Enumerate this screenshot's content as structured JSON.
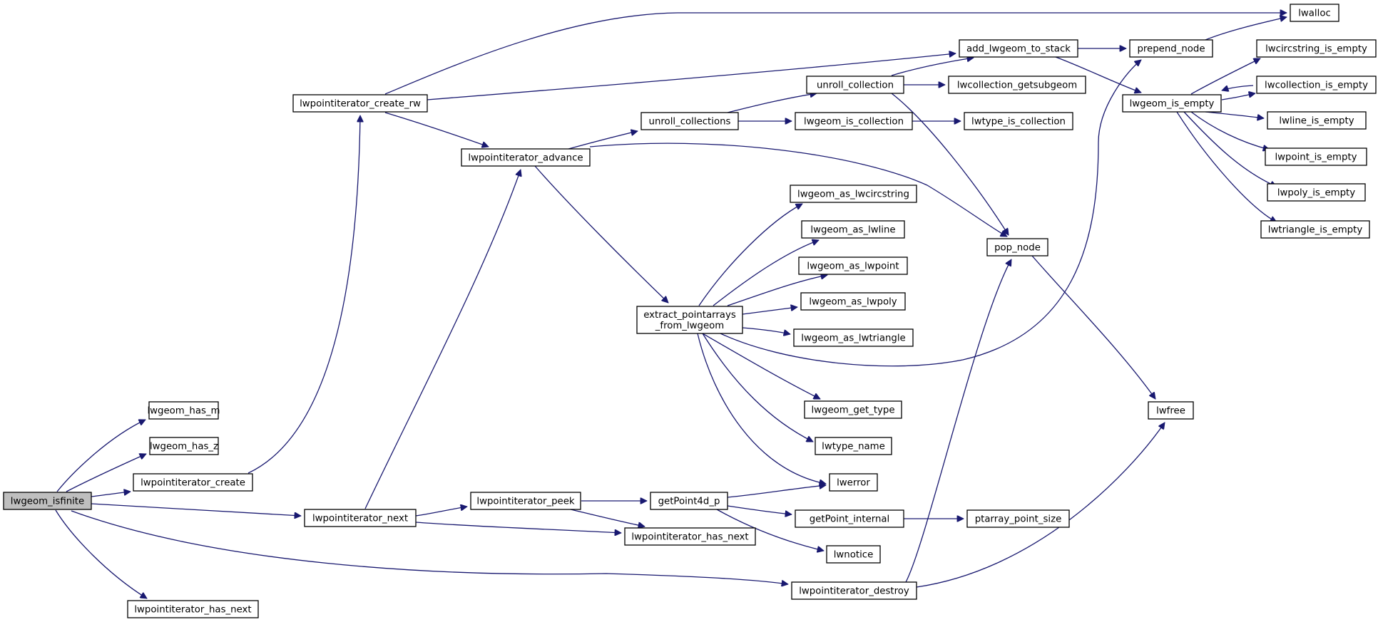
{
  "diagram": {
    "kind": "call-graph",
    "root": "lwgeom_isfinite",
    "colors": {
      "edge": "#191970",
      "node_border": "#000000",
      "node_fill": "#ffffff",
      "root_fill": "#bfbfbf"
    },
    "nodes": [
      {
        "id": "lwgeom_isfinite",
        "lines": [
          "lwgeom_isfinite"
        ],
        "root": true
      },
      {
        "id": "lwgeom_has_m",
        "lines": [
          "lwgeom_has_m"
        ]
      },
      {
        "id": "lwgeom_has_z",
        "lines": [
          "lwgeom_has_z"
        ]
      },
      {
        "id": "lwpointiterator_create",
        "lines": [
          "lwpointiterator_create"
        ]
      },
      {
        "id": "lwpointiterator_next",
        "lines": [
          "lwpointiterator_next"
        ]
      },
      {
        "id": "lwpointiterator_has_next_l",
        "lines": [
          "lwpointiterator_has_next"
        ]
      },
      {
        "id": "lwpointiterator_create_rw",
        "lines": [
          "lwpointiterator_create_rw"
        ]
      },
      {
        "id": "lwpointiterator_advance",
        "lines": [
          "lwpointiterator_advance"
        ]
      },
      {
        "id": "lwpointiterator_peek",
        "lines": [
          "lwpointiterator_peek"
        ]
      },
      {
        "id": "lwpointiterator_has_next_m",
        "lines": [
          "lwpointiterator_has_next"
        ]
      },
      {
        "id": "lwpointiterator_destroy",
        "lines": [
          "lwpointiterator_destroy"
        ]
      },
      {
        "id": "unroll_collections",
        "lines": [
          "unroll_collections"
        ]
      },
      {
        "id": "unroll_collection",
        "lines": [
          "unroll_collection"
        ]
      },
      {
        "id": "lwgeom_is_collection",
        "lines": [
          "lwgeom_is_collection"
        ]
      },
      {
        "id": "lwcollection_getsubgeom",
        "lines": [
          "lwcollection_getsubgeom"
        ]
      },
      {
        "id": "lwtype_is_collection",
        "lines": [
          "lwtype_is_collection"
        ]
      },
      {
        "id": "add_lwgeom_to_stack",
        "lines": [
          "add_lwgeom_to_stack"
        ]
      },
      {
        "id": "extract_pointarrays_from_lwgeom",
        "lines": [
          "extract_pointarrays",
          "_from_lwgeom"
        ]
      },
      {
        "id": "lwgeom_as_lwcircstring",
        "lines": [
          "lwgeom_as_lwcircstring"
        ]
      },
      {
        "id": "lwgeom_as_lwline",
        "lines": [
          "lwgeom_as_lwline"
        ]
      },
      {
        "id": "lwgeom_as_lwpoint",
        "lines": [
          "lwgeom_as_lwpoint"
        ]
      },
      {
        "id": "lwgeom_as_lwpoly",
        "lines": [
          "lwgeom_as_lwpoly"
        ]
      },
      {
        "id": "lwgeom_as_lwtriangle",
        "lines": [
          "lwgeom_as_lwtriangle"
        ]
      },
      {
        "id": "lwgeom_get_type",
        "lines": [
          "lwgeom_get_type"
        ]
      },
      {
        "id": "lwtype_name",
        "lines": [
          "lwtype_name"
        ]
      },
      {
        "id": "lwerror",
        "lines": [
          "lwerror"
        ]
      },
      {
        "id": "getPoint4d_p",
        "lines": [
          "getPoint4d_p"
        ]
      },
      {
        "id": "getPoint_internal",
        "lines": [
          "getPoint_internal"
        ]
      },
      {
        "id": "lwnotice",
        "lines": [
          "lwnotice"
        ]
      },
      {
        "id": "ptarray_point_size",
        "lines": [
          "ptarray_point_size"
        ]
      },
      {
        "id": "pop_node",
        "lines": [
          "pop_node"
        ]
      },
      {
        "id": "prepend_node",
        "lines": [
          "prepend_node"
        ]
      },
      {
        "id": "lwalloc",
        "lines": [
          "lwalloc"
        ]
      },
      {
        "id": "lwgeom_is_empty",
        "lines": [
          "lwgeom_is_empty"
        ]
      },
      {
        "id": "lwfree",
        "lines": [
          "lwfree"
        ]
      },
      {
        "id": "lwcircstring_is_empty",
        "lines": [
          "lwcircstring_is_empty"
        ]
      },
      {
        "id": "lwcollection_is_empty",
        "lines": [
          "lwcollection_is_empty"
        ]
      },
      {
        "id": "lwline_is_empty",
        "lines": [
          "lwline_is_empty"
        ]
      },
      {
        "id": "lwpoint_is_empty",
        "lines": [
          "lwpoint_is_empty"
        ]
      },
      {
        "id": "lwpoly_is_empty",
        "lines": [
          "lwpoly_is_empty"
        ]
      },
      {
        "id": "lwtriangle_is_empty",
        "lines": [
          "lwtriangle_is_empty"
        ]
      }
    ],
    "edges": [
      {
        "from": "lwgeom_isfinite",
        "to": "lwgeom_has_m"
      },
      {
        "from": "lwgeom_isfinite",
        "to": "lwgeom_has_z"
      },
      {
        "from": "lwgeom_isfinite",
        "to": "lwpointiterator_create"
      },
      {
        "from": "lwgeom_isfinite",
        "to": "lwpointiterator_next"
      },
      {
        "from": "lwgeom_isfinite",
        "to": "lwpointiterator_destroy"
      },
      {
        "from": "lwgeom_isfinite",
        "to": "lwpointiterator_has_next_l"
      },
      {
        "from": "lwpointiterator_create",
        "to": "lwpointiterator_create_rw"
      },
      {
        "from": "lwpointiterator_create_rw",
        "to": "lwalloc"
      },
      {
        "from": "lwpointiterator_create_rw",
        "to": "add_lwgeom_to_stack"
      },
      {
        "from": "lwpointiterator_create_rw",
        "to": "lwpointiterator_advance"
      },
      {
        "from": "lwpointiterator_next",
        "to": "lwpointiterator_advance"
      },
      {
        "from": "lwpointiterator_next",
        "to": "lwpointiterator_peek"
      },
      {
        "from": "lwpointiterator_next",
        "to": "lwpointiterator_has_next_m"
      },
      {
        "from": "lwpointiterator_peek",
        "to": "getPoint4d_p"
      },
      {
        "from": "lwpointiterator_peek",
        "to": "lwpointiterator_has_next_m"
      },
      {
        "from": "lwpointiterator_advance",
        "to": "unroll_collections"
      },
      {
        "from": "lwpointiterator_advance",
        "to": "pop_node"
      },
      {
        "from": "lwpointiterator_advance",
        "to": "extract_pointarrays_from_lwgeom"
      },
      {
        "from": "unroll_collections",
        "to": "unroll_collection"
      },
      {
        "from": "unroll_collections",
        "to": "lwgeom_is_collection"
      },
      {
        "from": "unroll_collection",
        "to": "add_lwgeom_to_stack"
      },
      {
        "from": "unroll_collection",
        "to": "lwcollection_getsubgeom"
      },
      {
        "from": "unroll_collection",
        "to": "pop_node"
      },
      {
        "from": "lwgeom_is_collection",
        "to": "lwtype_is_collection"
      },
      {
        "from": "add_lwgeom_to_stack",
        "to": "prepend_node"
      },
      {
        "from": "add_lwgeom_to_stack",
        "to": "lwgeom_is_empty"
      },
      {
        "from": "prepend_node",
        "to": "lwalloc"
      },
      {
        "from": "lwgeom_is_empty",
        "to": "lwcircstring_is_empty"
      },
      {
        "from": "lwgeom_is_empty",
        "to": "lwcollection_is_empty"
      },
      {
        "from": "lwcollection_is_empty",
        "to": "lwgeom_is_empty"
      },
      {
        "from": "lwgeom_is_empty",
        "to": "lwline_is_empty"
      },
      {
        "from": "lwgeom_is_empty",
        "to": "lwpoint_is_empty"
      },
      {
        "from": "lwgeom_is_empty",
        "to": "lwpoly_is_empty"
      },
      {
        "from": "lwgeom_is_empty",
        "to": "lwtriangle_is_empty"
      },
      {
        "from": "extract_pointarrays_from_lwgeom",
        "to": "lwgeom_as_lwcircstring"
      },
      {
        "from": "extract_pointarrays_from_lwgeom",
        "to": "lwgeom_as_lwline"
      },
      {
        "from": "extract_pointarrays_from_lwgeom",
        "to": "lwgeom_as_lwpoint"
      },
      {
        "from": "extract_pointarrays_from_lwgeom",
        "to": "lwgeom_as_lwpoly"
      },
      {
        "from": "extract_pointarrays_from_lwgeom",
        "to": "lwgeom_as_lwtriangle"
      },
      {
        "from": "extract_pointarrays_from_lwgeom",
        "to": "prepend_node"
      },
      {
        "from": "extract_pointarrays_from_lwgeom",
        "to": "lwgeom_get_type"
      },
      {
        "from": "extract_pointarrays_from_lwgeom",
        "to": "lwtype_name"
      },
      {
        "from": "extract_pointarrays_from_lwgeom",
        "to": "lwerror"
      },
      {
        "from": "getPoint4d_p",
        "to": "lwerror"
      },
      {
        "from": "getPoint4d_p",
        "to": "getPoint_internal"
      },
      {
        "from": "getPoint4d_p",
        "to": "lwnotice"
      },
      {
        "from": "getPoint_internal",
        "to": "ptarray_point_size"
      },
      {
        "from": "lwpointiterator_destroy",
        "to": "pop_node"
      },
      {
        "from": "lwpointiterator_destroy",
        "to": "lwfree"
      },
      {
        "from": "pop_node",
        "to": "lwfree"
      }
    ]
  }
}
